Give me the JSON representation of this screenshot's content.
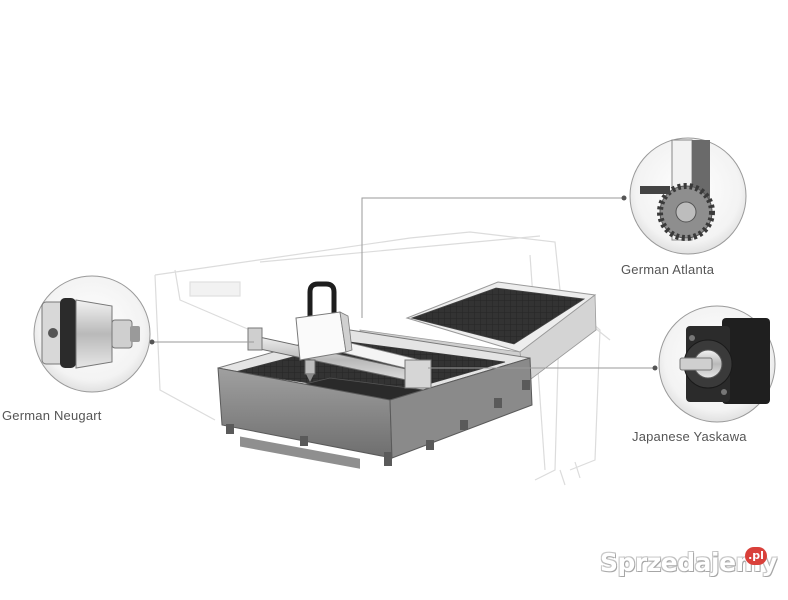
{
  "callouts": {
    "neugart": "German Neugart",
    "atlanta": "German Atlanta",
    "yaskawa": "Japanese Yaskawa"
  },
  "watermark": {
    "text": "Sprzedajemy",
    "suffix": ".pl"
  },
  "colors": {
    "background": "#ffffff",
    "machine_frame": "#8a8a8a",
    "cutting_bed": "#2e2e2e",
    "leader_line": "#9a9a9a",
    "label_text": "#555555",
    "watermark_badge": "#d9403a"
  }
}
